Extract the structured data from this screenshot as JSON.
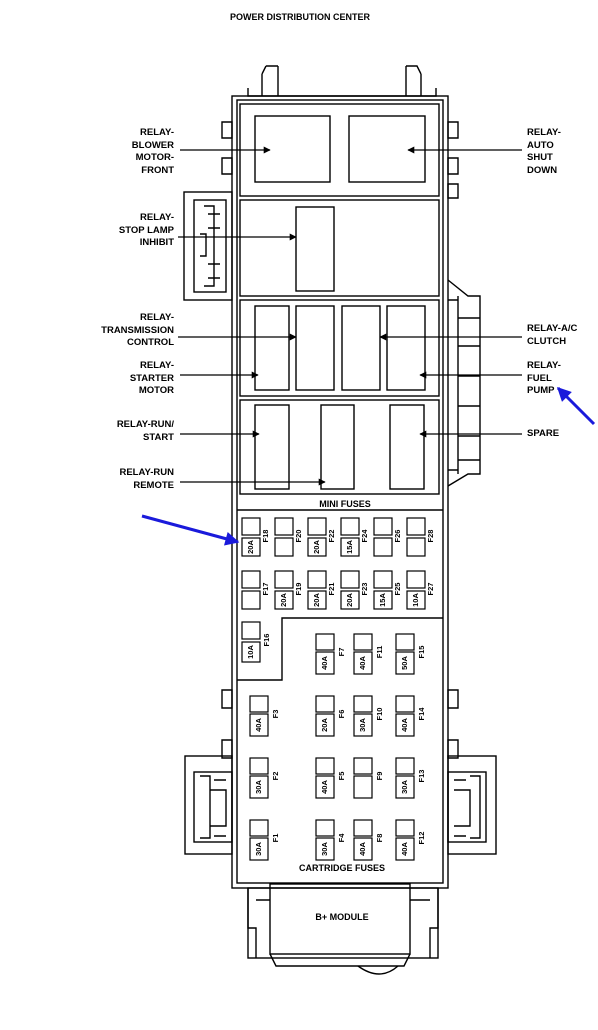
{
  "title": "POWER DISTRIBUTION CENTER",
  "relays": {
    "blower_motor_front": "RELAY-\nBLOWER\nMOTOR-\nFRONT",
    "auto_shut_down": "RELAY-\nAUTO\nSHUT\nDOWN",
    "stop_lamp_inhibit": "RELAY-\nSTOP LAMP\nINHIBIT",
    "transmission_control": "RELAY-\nTRANSMISSION\nCONTROL",
    "ac_clutch": "RELAY-A/C\nCLUTCH",
    "starter_motor": "RELAY-\nSTARTER\nMOTOR",
    "fuel_pump": "RELAY-\nFUEL\nPUMP",
    "run_start": "RELAY-RUN/\nSTART",
    "spare": "SPARE",
    "run_remote": "RELAY-RUN\nREMOTE"
  },
  "sections": {
    "mini_fuses": "MINI FUSES",
    "cartridge_fuses": "CARTRIDGE FUSES",
    "b_plus_module": "B+ MODULE"
  },
  "mini_fuses_top": [
    {
      "id": "F18",
      "rating": "20A"
    },
    {
      "id": "F20",
      "rating": ""
    },
    {
      "id": "F22",
      "rating": "20A"
    },
    {
      "id": "F24",
      "rating": "15A"
    },
    {
      "id": "F26",
      "rating": ""
    },
    {
      "id": "F28",
      "rating": ""
    }
  ],
  "mini_fuses_bottom": [
    {
      "id": "F17",
      "rating": ""
    },
    {
      "id": "F19",
      "rating": "20A"
    },
    {
      "id": "F21",
      "rating": "20A"
    },
    {
      "id": "F23",
      "rating": "20A"
    },
    {
      "id": "F25",
      "rating": "15A"
    },
    {
      "id": "F27",
      "rating": "10A"
    }
  ],
  "mini_fuse_f16": {
    "id": "F16",
    "rating": "10A"
  },
  "cartridge_rows": [
    [
      {
        "id": "F7",
        "rating": "40A"
      },
      {
        "id": "F11",
        "rating": "40A"
      },
      {
        "id": "F15",
        "rating": "50A"
      }
    ],
    [
      {
        "id": "F3",
        "rating": "40A"
      },
      {
        "id": "F6",
        "rating": "20A"
      },
      {
        "id": "F10",
        "rating": "30A"
      },
      {
        "id": "F14",
        "rating": "40A"
      }
    ],
    [
      {
        "id": "F2",
        "rating": "30A"
      },
      {
        "id": "F5",
        "rating": "40A"
      },
      {
        "id": "F9",
        "rating": ""
      },
      {
        "id": "F13",
        "rating": "30A"
      }
    ],
    [
      {
        "id": "F1",
        "rating": "30A"
      },
      {
        "id": "F4",
        "rating": "30A"
      },
      {
        "id": "F8",
        "rating": "40A"
      },
      {
        "id": "F12",
        "rating": "40A"
      }
    ]
  ],
  "colors": {
    "line": "#000000",
    "arrow_highlight": "#1a1adb"
  }
}
